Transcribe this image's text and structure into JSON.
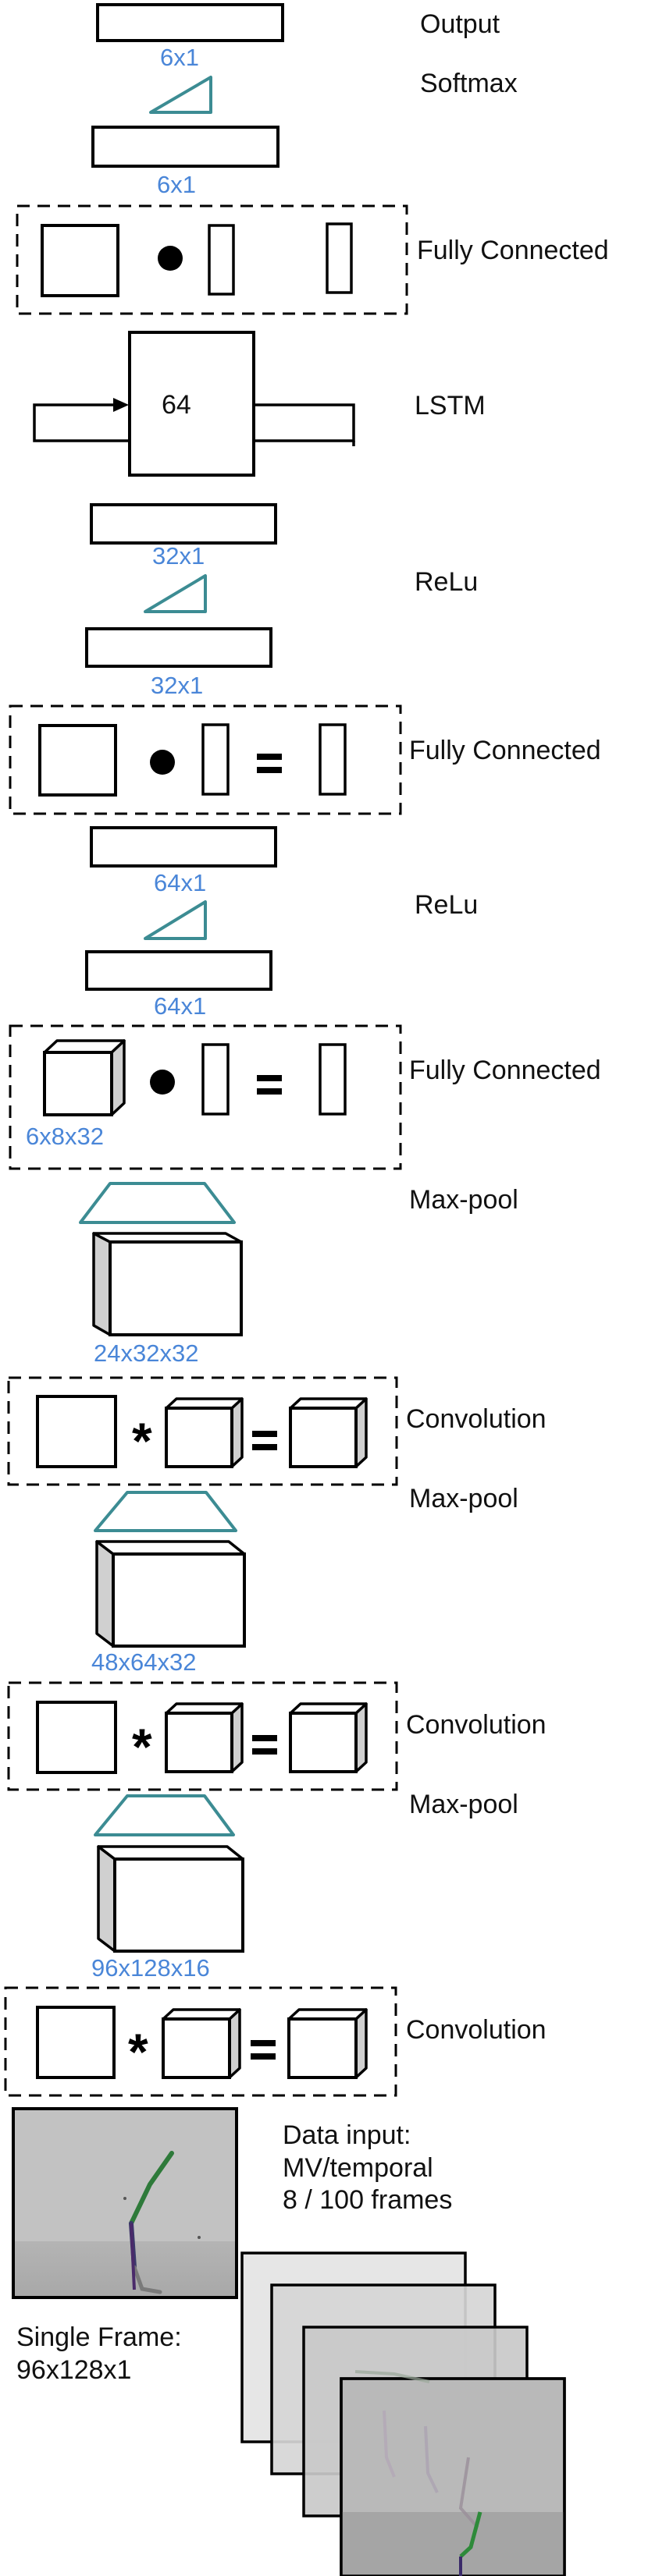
{
  "layers": {
    "output": "Output",
    "softmax": "Softmax",
    "fc1": "Fully Connected",
    "lstm": "LSTM",
    "relu1": "ReLu",
    "fc2": "Fully Connected",
    "relu2": "ReLu",
    "fc3": "Fully Connected",
    "maxpool1": "Max-pool",
    "conv1": "Convolution",
    "maxpool2": "Max-pool",
    "conv2": "Convolution",
    "maxpool3": "Max-pool",
    "conv3": "Convolution"
  },
  "dims": {
    "out_6x1_a": "6x1",
    "out_6x1_b": "6x1",
    "fc_32x1_a": "32x1",
    "fc_32x1_b": "32x1",
    "fc_64x1_a": "64x1",
    "fc_64x1_b": "64x1",
    "cube_6x8x32": "6x8x32",
    "vol_24x32x32": "24x32x32",
    "vol_48x64x32": "48x64x32",
    "vol_96x128x16": "96x128x16"
  },
  "lstm_units": "64",
  "data_input": {
    "line1": "Data input:",
    "line2": "MV/temporal",
    "line3": "8 / 100 frames"
  },
  "single_frame": {
    "line1": "Single Frame:",
    "line2": "96x128x1"
  }
}
